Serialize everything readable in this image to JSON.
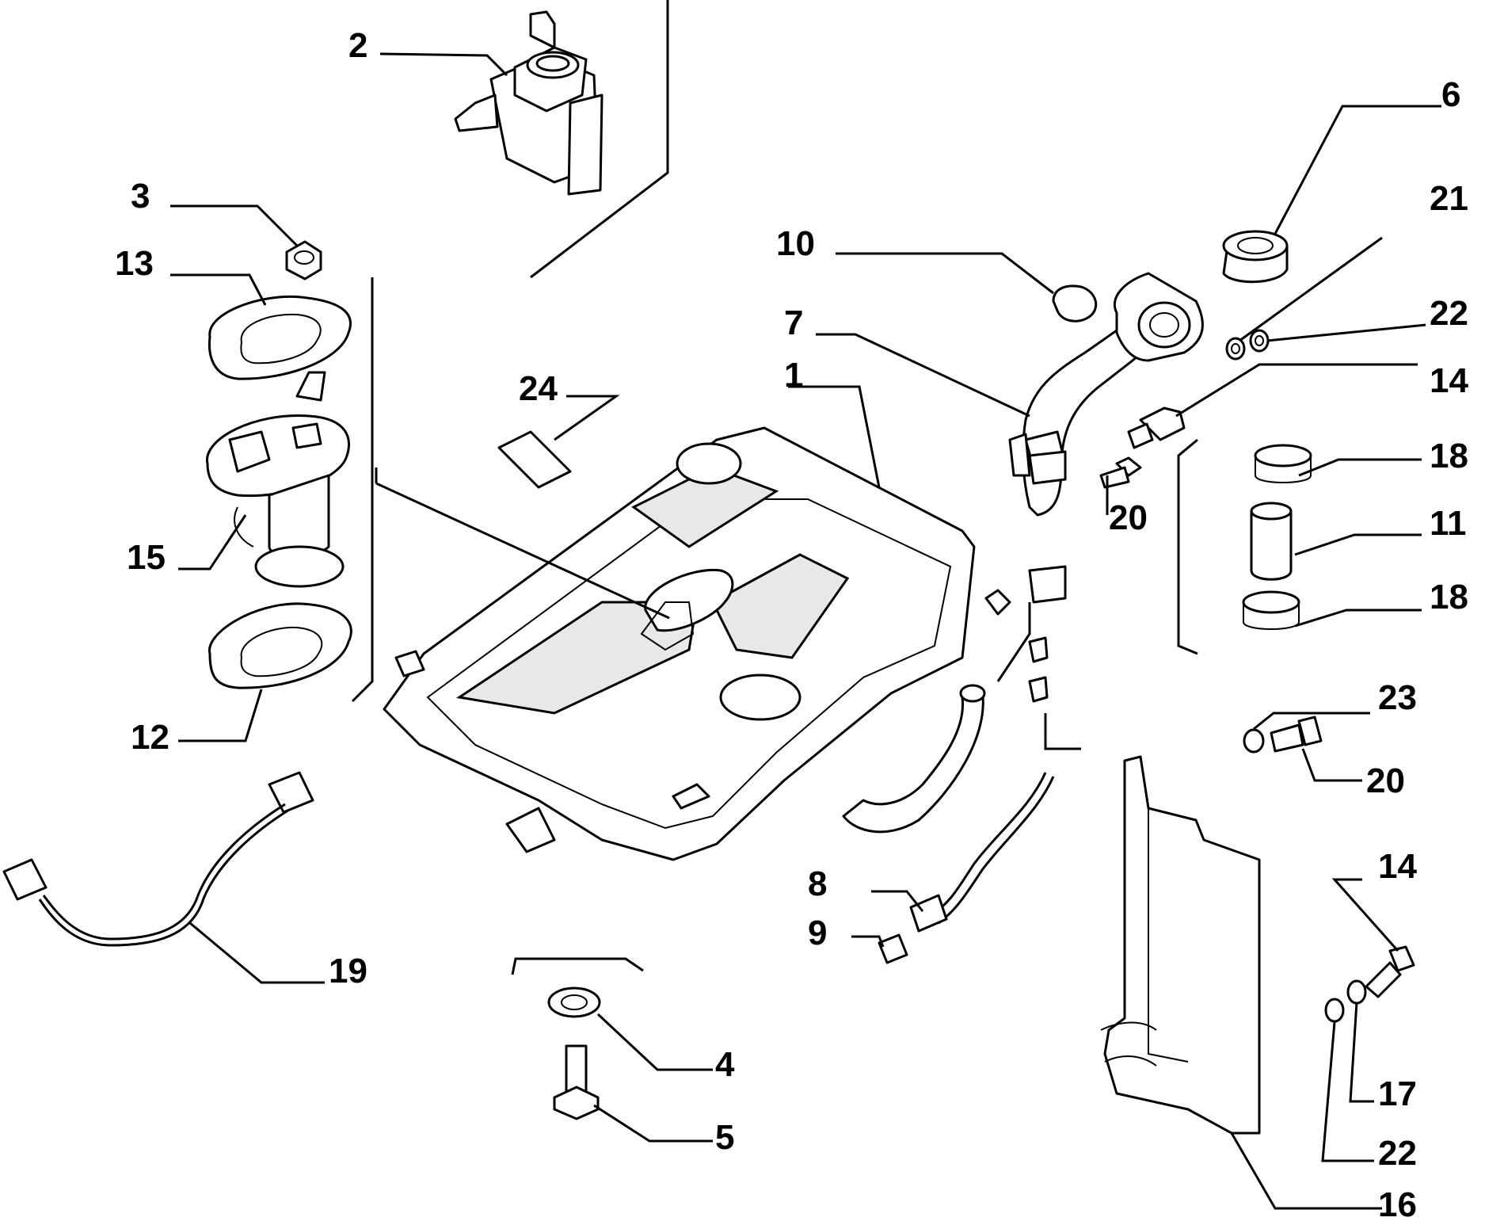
{
  "diagram": {
    "labels": [
      "1",
      "2",
      "3",
      "4",
      "5",
      "6",
      "7",
      "8",
      "9",
      "10",
      "11",
      "12",
      "13",
      "14",
      "14",
      "15",
      "16",
      "17",
      "18",
      "18",
      "19",
      "20",
      "20",
      "21",
      "22",
      "22",
      "23",
      "24"
    ]
  }
}
